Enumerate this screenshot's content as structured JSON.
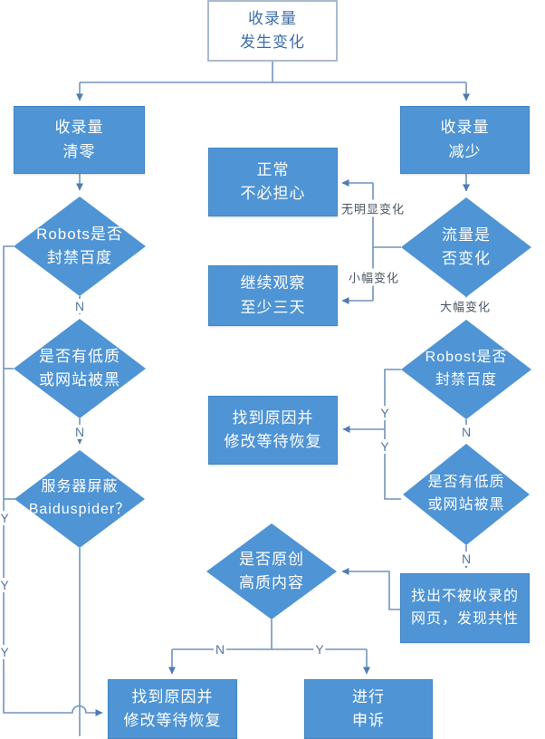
{
  "diagram_type": "flowchart",
  "colors": {
    "shape_fill": "#4f94d4",
    "shape_text": "#ffffff",
    "start_fill": "#ffffff",
    "start_text": "#3c6da8",
    "start_border": "#a9bacf",
    "line": "#7094ba",
    "arrow": "#4f7cb3",
    "cond_text": "#4a5560",
    "yn_text": "#54779c"
  },
  "nodes": {
    "start": "收录量\n发生变化",
    "zero": "收录量\n清零",
    "decrease": "收录量\n减少",
    "normal": "正常\n不必担心",
    "observe": "继续观察\n至少三天",
    "robots_left": "Robots是否\n封禁百度",
    "low_quality_left": "是否有低质\n或网站被黑",
    "server_block": "服务器屏蔽\nBaiduspider？",
    "traffic": "流量是\n否变化",
    "robost_right": "Robost是否\n封禁百度",
    "low_quality_right": "是否有低质\n或网站被黑",
    "fix_middle": "找到原因并\n修改等待恢复",
    "find_pages": "找出不被收录的\n网页，发现共性",
    "original": "是否原创\n高质内容",
    "fix_bottom": "找到原因并\n修改等待恢复",
    "appeal": "进行\n申诉"
  },
  "edge_labels": {
    "yes": "Y",
    "no": "N",
    "no_obvious_change": "无明显变化",
    "small_change": "小幅变化",
    "big_change": "大幅变化"
  }
}
